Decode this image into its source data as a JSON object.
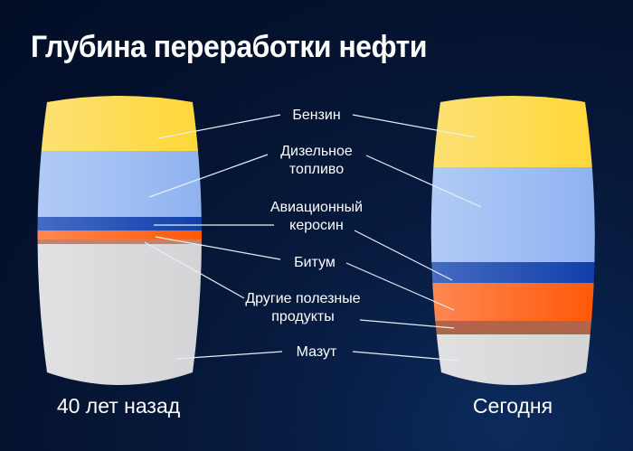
{
  "header": {
    "title": "Глубина переработки нефти"
  },
  "barrels": [
    {
      "caption": "40 лет назад"
    },
    {
      "caption": "Сегодня"
    }
  ],
  "labels": [
    {
      "id": "benzin",
      "line1": "Бензин",
      "line2": ""
    },
    {
      "id": "diesel",
      "line1": "Дизельное",
      "line2": "топливо"
    },
    {
      "id": "kerosene",
      "line1": "Авиационный",
      "line2": "керосин"
    },
    {
      "id": "bitumen",
      "line1": "Битум",
      "line2": ""
    },
    {
      "id": "other",
      "line1": "Другие полезные",
      "line2": "продукты"
    },
    {
      "id": "mazut",
      "line1": "Мазут",
      "line2": ""
    }
  ],
  "colors": {
    "background": "#04122e",
    "benzin": "#fdd94a",
    "diesel": "#a9c4f5",
    "kerosene": "#1f4fb8",
    "bitumen": "#ff6a2a",
    "other": "#b86a55",
    "mazut": "#dcdcdc"
  },
  "chart_data": {
    "type": "bar",
    "title": "Глубина переработки нефти",
    "categories": [
      "40 лет назад",
      "Сегодня"
    ],
    "stacked": true,
    "unit": "approximate share of barrel (%, estimated from band heights)",
    "series": [
      {
        "name": "Бензин",
        "values": [
          19,
          25
        ]
      },
      {
        "name": "Дизельное топливо",
        "values": [
          23,
          33
        ]
      },
      {
        "name": "Авиационный керосин",
        "values": [
          5,
          7
        ]
      },
      {
        "name": "Битум",
        "values": [
          3,
          13
        ]
      },
      {
        "name": "Другие полезные продукты",
        "values": [
          2,
          5
        ]
      },
      {
        "name": "Мазут",
        "values": [
          48,
          17
        ]
      }
    ]
  }
}
